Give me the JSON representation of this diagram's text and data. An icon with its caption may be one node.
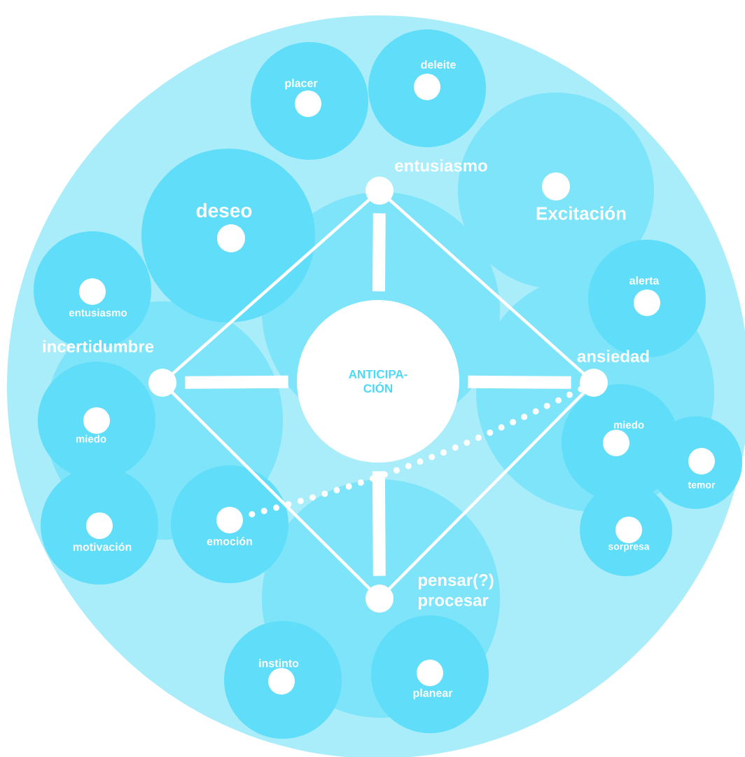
{
  "diagram": {
    "nodes": [
      {
        "text": [
          "placer"
        ]
      },
      {
        "text": [
          "deleite"
        ]
      },
      {
        "text": [
          "entusiasmo"
        ]
      },
      {
        "text": [
          "deseo"
        ]
      },
      {
        "text": [
          "Excitación"
        ]
      },
      {
        "text": [
          "entusiasmo"
        ]
      },
      {
        "text": [
          "alerta"
        ]
      },
      {
        "text": [
          "incertidumbre"
        ]
      },
      {
        "text": [
          "ANTICIPA- CIÓN"
        ]
      },
      {
        "text": [
          "ansiedad"
        ]
      },
      {
        "text": [
          "miedo"
        ]
      },
      {
        "text": [
          "miedo"
        ]
      },
      {
        "text": [
          "temor"
        ]
      },
      {
        "text": [
          "motivación"
        ]
      },
      {
        "text": [
          "emoción"
        ]
      },
      {
        "text": [
          "sorpresa"
        ]
      },
      {
        "text": [
          "pensar(?) procesar"
        ]
      },
      {
        "text": [
          "instinto"
        ]
      },
      {
        "text": [
          "planear"
        ]
      }
    ],
    "edges": [
      {
        "from": 2,
        "to": 7,
        "arrow": "none"
      },
      {
        "from": 2,
        "to": 9,
        "arrow": "none"
      },
      {
        "from": 7,
        "to": 16,
        "arrow": "none"
      },
      {
        "from": 9,
        "to": 16,
        "arrow": "none"
      },
      {
        "from": 8,
        "to": 2,
        "arrow": "none",
        "style": "thick"
      },
      {
        "from": 8,
        "to": 7,
        "arrow": "none",
        "style": "thick"
      },
      {
        "from": 8,
        "to": 9,
        "arrow": "none",
        "style": "thick"
      },
      {
        "from": 8,
        "to": 16,
        "arrow": "none",
        "style": "thick"
      },
      {
        "from": 9,
        "to": 14,
        "arrow": "none",
        "style": "dashed"
      }
    ]
  }
}
